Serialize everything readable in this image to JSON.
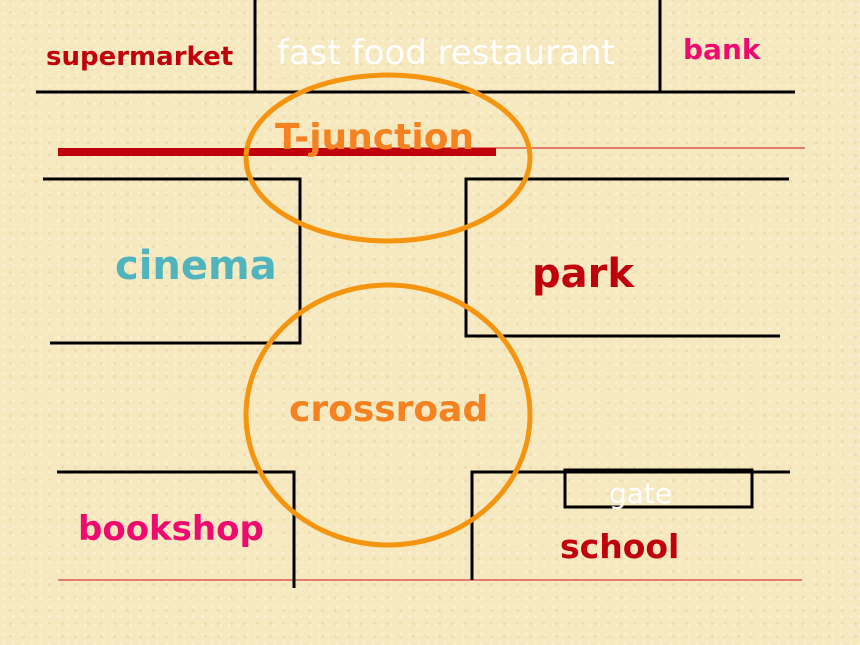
{
  "labels": {
    "supermarket": "supermarket",
    "fast_food_restaurant": "fast food restaurant",
    "bank": "bank",
    "t_junction": "T-junction",
    "cinema": "cinema",
    "park": "park",
    "crossroad": "crossroad",
    "bookshop": "bookshop",
    "gate": "gate",
    "school": "school"
  },
  "colors": {
    "background": "#f6e8bf",
    "street_lines": "#000000",
    "highlight_circles": "#f5940e",
    "highlight_bar": "#c0000a",
    "thin_guides": "#d01010"
  }
}
